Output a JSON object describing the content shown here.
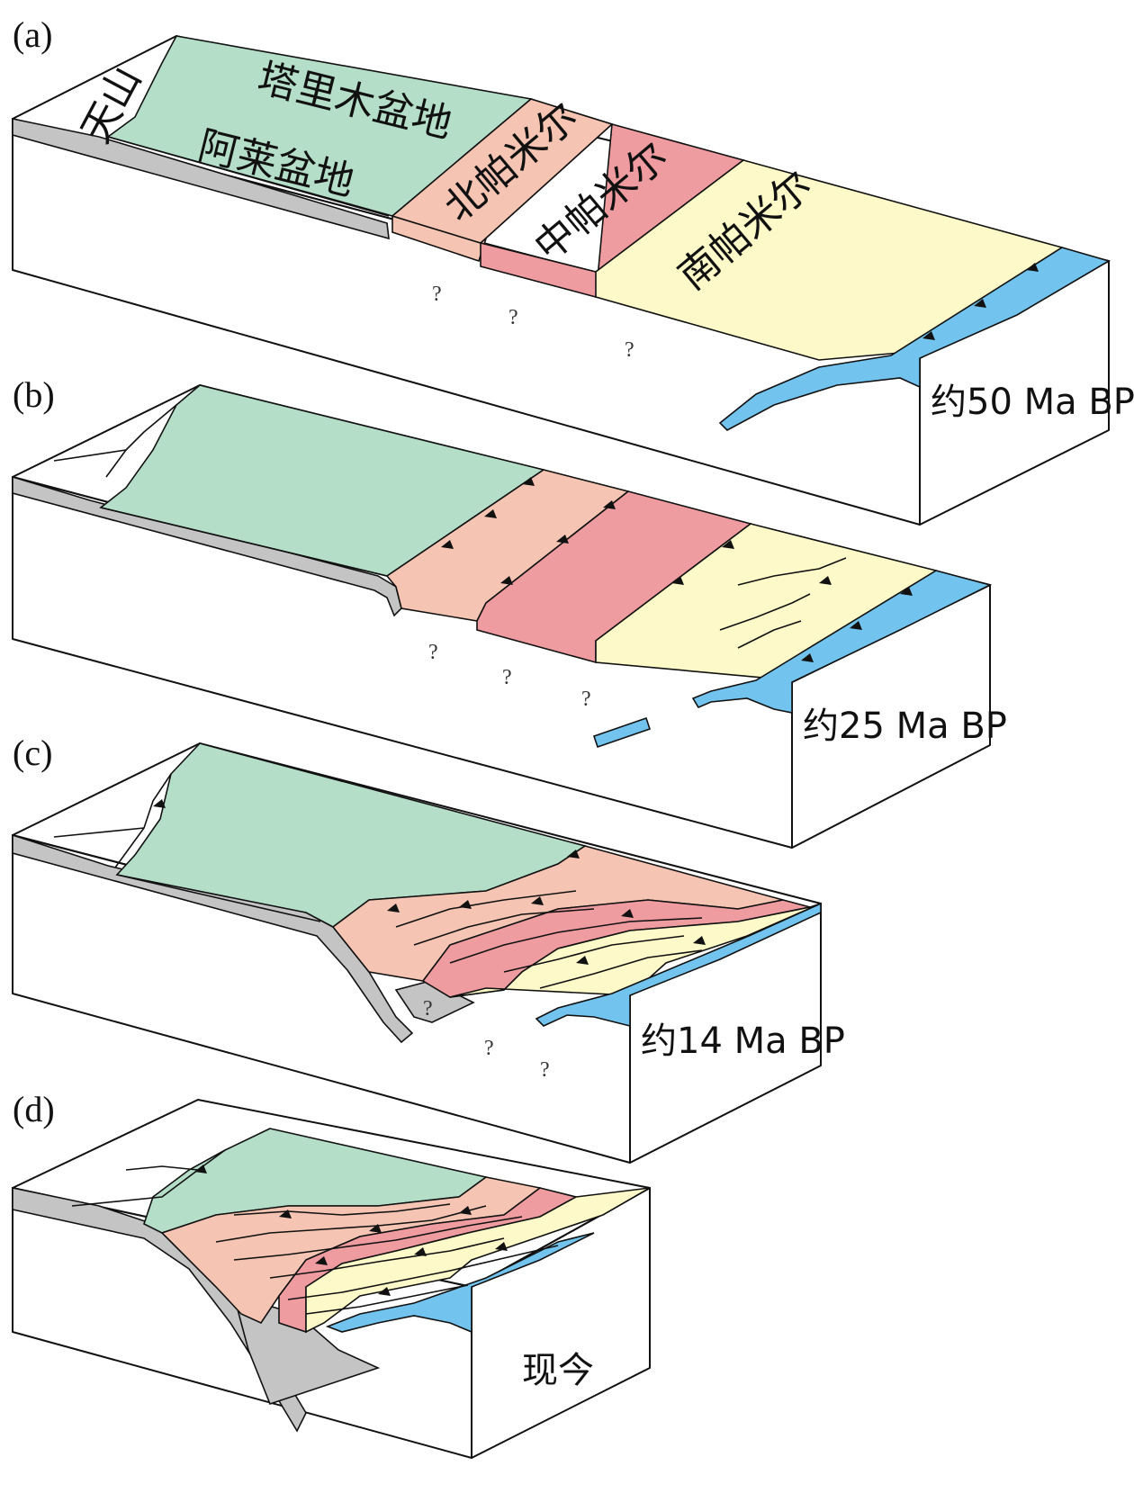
{
  "colors": {
    "tarim": "#b5dec9",
    "north_pamir": "#f5c4b2",
    "central_pamir": "#ef9ca1",
    "south_pamir": "#fef9c8",
    "slab_blue": "#72c4ee",
    "alai_gray": "#c4c4c4",
    "block_side": "#ffffff",
    "line": "#111111"
  },
  "panels": [
    {
      "label": "(a)",
      "age": "约50 Ma BP"
    },
    {
      "label": "(b)",
      "age": "约25 Ma BP"
    },
    {
      "label": "(c)",
      "age": "约14 Ma BP"
    },
    {
      "label": "(d)",
      "age": "现今"
    }
  ],
  "regions": {
    "tianshan": "天山",
    "tarim": "塔里木盆地",
    "alai": "阿莱盆地",
    "north_pamir": "北帕米尔",
    "central_pamir": "中帕米尔",
    "south_pamir": "南帕米尔"
  },
  "unknown_mark": "?"
}
